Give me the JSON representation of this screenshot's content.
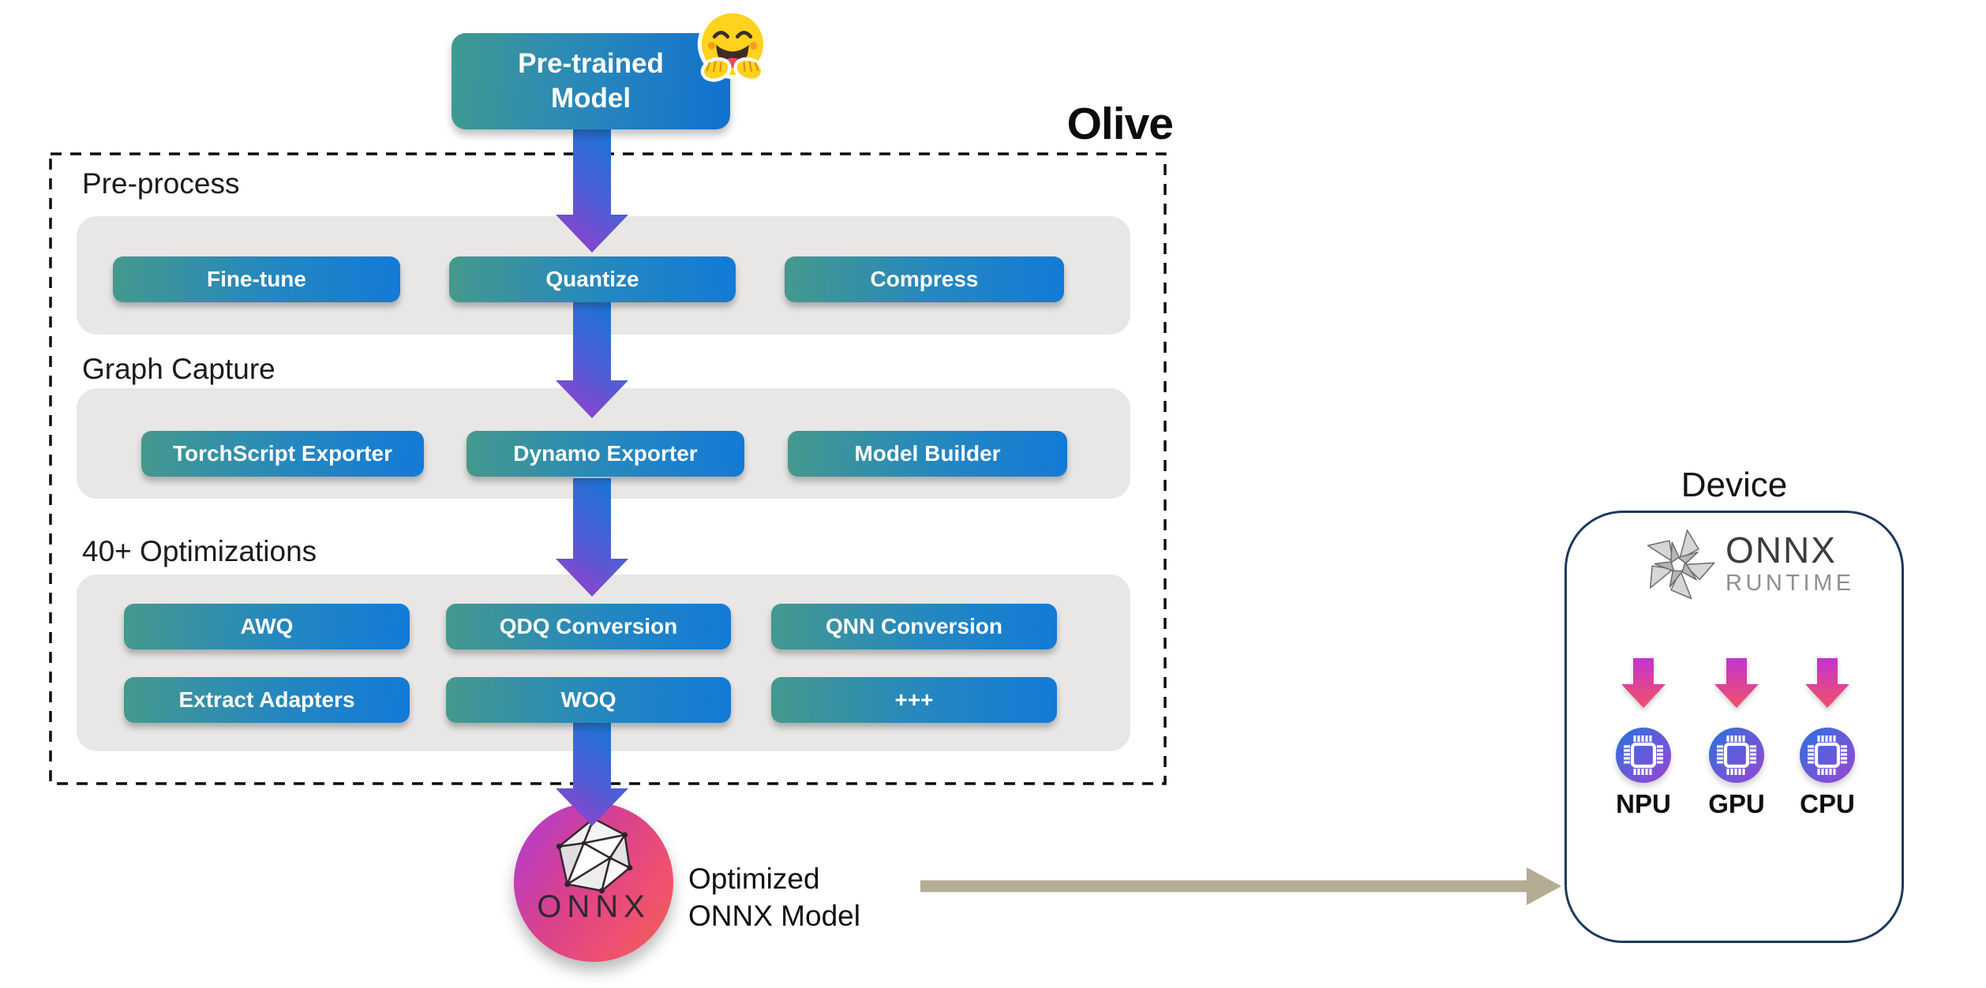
{
  "title": "Olive",
  "source": {
    "label": "Pre-trained Model"
  },
  "sections": [
    {
      "label": "Pre-process",
      "buttons": [
        "Fine-tune",
        "Quantize",
        "Compress"
      ]
    },
    {
      "label": "Graph Capture",
      "buttons": [
        "TorchScript Exporter",
        "Dynamo Exporter",
        "Model Builder"
      ]
    },
    {
      "label": "40+ Optimizations",
      "buttons": [
        "AWQ",
        "QDQ Conversion",
        "QNN Conversion",
        "Extract Adapters",
        "WOQ",
        "+++"
      ]
    }
  ],
  "output": {
    "logo_text": "ONNX",
    "caption_lines": [
      "Optimized",
      "ONNX Model"
    ]
  },
  "device": {
    "title": "Device",
    "runtime_logo_lines": [
      "ONNX",
      "RUNTIME"
    ],
    "processors": [
      "NPU",
      "GPU",
      "CPU"
    ]
  },
  "icons": {
    "hugging-face-emoji-icon": "🤗",
    "onnx-logo-icon": "icosahedron wireframe",
    "onnx-runtime-pinwheel-icon": "gray triangle pinwheel",
    "chip-icon": "microchip in circle",
    "flow-arrow-down-icon": "▼",
    "device-arrow-down-icon": "▼",
    "handoff-arrow-right-icon": "➔"
  },
  "colors": {
    "pipeline_gradient_start": "#3f9a90",
    "pipeline_gradient_end": "#1071d0",
    "flow_arrow_top": "#1b74d6",
    "flow_arrow_bottom": "#8f41cc",
    "onnx_circle_start": "#ab3cd8",
    "onnx_circle_end": "#f0614f",
    "device_arrow_top": "#c434d2",
    "device_arrow_bottom": "#f25066",
    "chip_circle_start": "#2a72dd",
    "chip_circle_end": "#9c45d6",
    "handoff_arrow": "#b4ac93",
    "device_border": "#1b3a5f",
    "section_panel": "#e8e7e5"
  }
}
